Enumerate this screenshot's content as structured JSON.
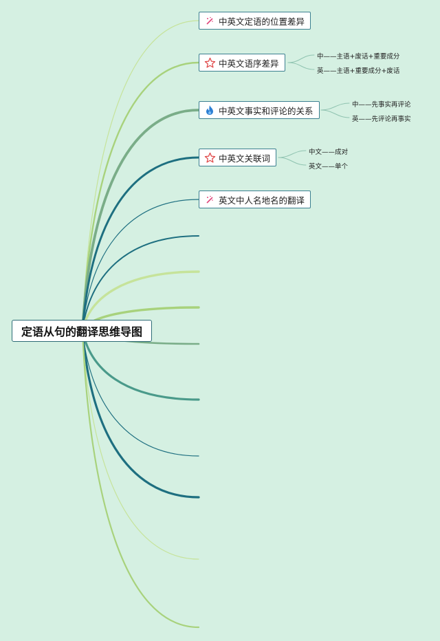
{
  "root": {
    "title": "定语从句的翻译思维导图"
  },
  "topics": [
    {
      "label": "中英文定语的位置差异",
      "icon": "pencil-magic-icon"
    },
    {
      "label": "中英文语序差异",
      "icon": "star-outline-icon"
    },
    {
      "label": "中英文事实和评论的关系",
      "icon": "fire-icon"
    },
    {
      "label": "中英文关联词",
      "icon": "star-outline-icon"
    },
    {
      "label": "英文中人名地名的翻译",
      "icon": "pencil-magic-icon"
    }
  ],
  "leaves": {
    "order": [
      "中——主语+废话+重要成分",
      "英——主语+重要成分+废话"
    ],
    "fact_comment": [
      "中——先事实再评论",
      "英——先评论再事实"
    ],
    "connectives": [
      "中文——成对",
      "英文——单个"
    ]
  },
  "colors": {
    "background": "#d5f0e2",
    "dark_teal": "#1e6f80",
    "mid_teal": "#4a9a8a",
    "sage": "#7aad88",
    "light_green": "#a8d27c",
    "pale_green": "#c6e39a"
  }
}
